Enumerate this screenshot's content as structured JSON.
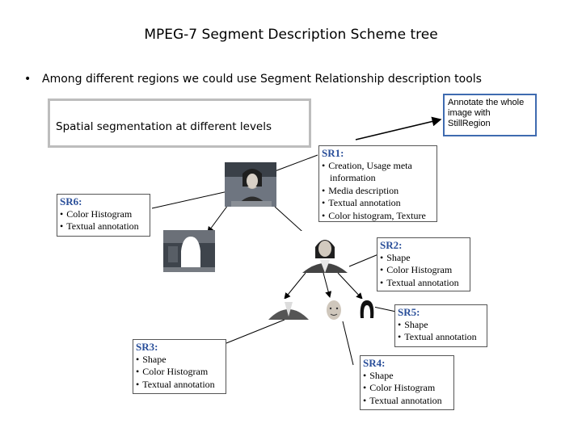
{
  "title": "MPEG-7 Segment Description Scheme tree",
  "bullet": "Among different regions we could use  Segment Relationship description tools",
  "spatial_label": "Spatial segmentation at different levels",
  "annotation": "Annotate the whole image with StillRegion",
  "regions": {
    "sr1": {
      "title": "SR1:",
      "items": [
        "Creation, Usage meta",
        "information",
        "Media description",
        "Textual annotation",
        "Color histogram, Texture"
      ]
    },
    "sr2": {
      "title": "SR2:",
      "items": [
        "Shape",
        "Color Histogram",
        "Textual annotation"
      ]
    },
    "sr3": {
      "title": "SR3:",
      "items": [
        "Shape",
        "Color Histogram",
        "Textual annotation"
      ]
    },
    "sr4": {
      "title": "SR4:",
      "items": [
        "Shape",
        "Color Histogram",
        "Textual annotation"
      ]
    },
    "sr5": {
      "title": "SR5:",
      "items": [
        "Shape",
        "Textual annotation"
      ]
    },
    "sr6": {
      "title": "SR6:",
      "items": [
        "Color Histogram",
        "Textual annotation"
      ]
    }
  }
}
